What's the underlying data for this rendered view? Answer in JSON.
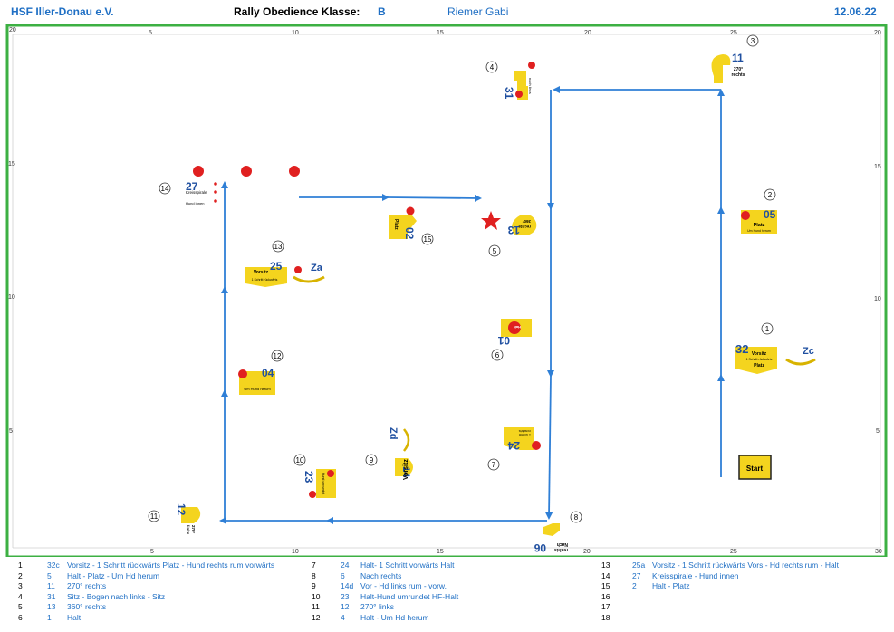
{
  "header": {
    "club": "HSF Iller-Donau e.V.",
    "title": "Rally Obedience Klasse:",
    "class": "B",
    "judge": "Riemer Gabi",
    "date": "12.06.22"
  },
  "colors": {
    "border": "#3cb043",
    "arrow": "#2f7fd6",
    "sign": "#f4d41e",
    "cone": "#e02020",
    "text_blue": "#1f6fc4"
  },
  "grid": {
    "top_ticks": [
      "20",
      "5",
      "10",
      "15",
      "20",
      "25"
    ],
    "bottom_ticks": [
      "5",
      "10",
      "15",
      "20",
      "25",
      "30"
    ],
    "left_ticks": [
      "15",
      "10",
      "5"
    ],
    "right_ticks": [
      "20",
      "15",
      "10",
      "5"
    ]
  },
  "stations": [
    {
      "step": "1",
      "sign": "32",
      "sub": "Zc",
      "text": "Vorsitz\n1 Schritt rückwärts\nPlatz"
    },
    {
      "step": "2",
      "sign": "05",
      "text": "Platz\nUm Hund herum"
    },
    {
      "step": "3",
      "sign": "11",
      "text": "270°\nrechts"
    },
    {
      "step": "4",
      "sign": "31",
      "text": "Sitz\nnach links"
    },
    {
      "step": "5",
      "sign": "13",
      "text": "360°\nrechts"
    },
    {
      "step": "6",
      "sign": "01",
      "text": "Halt"
    },
    {
      "step": "7",
      "sign": "24",
      "text": "1 Schritt\nvorwärts"
    },
    {
      "step": "8",
      "sign": "06",
      "text": "Nach\nrechts"
    },
    {
      "step": "9",
      "sign": "14",
      "sub": "Zd",
      "text": "Vorsitz"
    },
    {
      "step": "10",
      "sign": "23",
      "text": "Hund umrundet"
    },
    {
      "step": "11",
      "sign": "12",
      "text": "270°\nlinks"
    },
    {
      "step": "12",
      "sign": "04",
      "text": "Um Hund herum"
    },
    {
      "step": "13",
      "sign": "25",
      "sub": "Za",
      "text": "Vorsitz\n1 Schritt rückwärts"
    },
    {
      "step": "14",
      "sign": "27",
      "text": "Kreisspirale\nHund innen"
    },
    {
      "step": "15",
      "sign": "02",
      "text": "Platz"
    }
  ],
  "start_label": "Start",
  "legend": [
    {
      "n": "1",
      "code": "32c",
      "desc": "Vorsitz - 1 Schritt rückwärts Platz - Hund rechts rum vorwärts"
    },
    {
      "n": "2",
      "code": "5",
      "desc": "Halt - Platz - Um Hd herum"
    },
    {
      "n": "3",
      "code": "11",
      "desc": "270° rechts"
    },
    {
      "n": "4",
      "code": "31",
      "desc": "Sitz - Bogen nach links - Sitz"
    },
    {
      "n": "5",
      "code": "13",
      "desc": "360° rechts"
    },
    {
      "n": "6",
      "code": "1",
      "desc": "Halt"
    },
    {
      "n": "7",
      "code": "24",
      "desc": "Halt- 1 Schritt vorwärts Halt"
    },
    {
      "n": "8",
      "code": "6",
      "desc": "Nach rechts"
    },
    {
      "n": "9",
      "code": "14d",
      "desc": "Vor - Hd links rum - vorw."
    },
    {
      "n": "10",
      "code": "23",
      "desc": "Halt-Hund umrundet HF-Halt"
    },
    {
      "n": "11",
      "code": "12",
      "desc": "270° links"
    },
    {
      "n": "12",
      "code": "4",
      "desc": "Halt - Um Hd herum"
    },
    {
      "n": "13",
      "code": "25a",
      "desc": "Vorsitz - 1 Schritt rückwärts Vors - Hd rechts rum - Halt"
    },
    {
      "n": "14",
      "code": "27",
      "desc": "Kreisspirale - Hund innen"
    },
    {
      "n": "15",
      "code": "2",
      "desc": "Halt - Platz"
    },
    {
      "n": "16",
      "code": "",
      "desc": ""
    },
    {
      "n": "17",
      "code": "",
      "desc": ""
    },
    {
      "n": "18",
      "code": "",
      "desc": ""
    }
  ]
}
